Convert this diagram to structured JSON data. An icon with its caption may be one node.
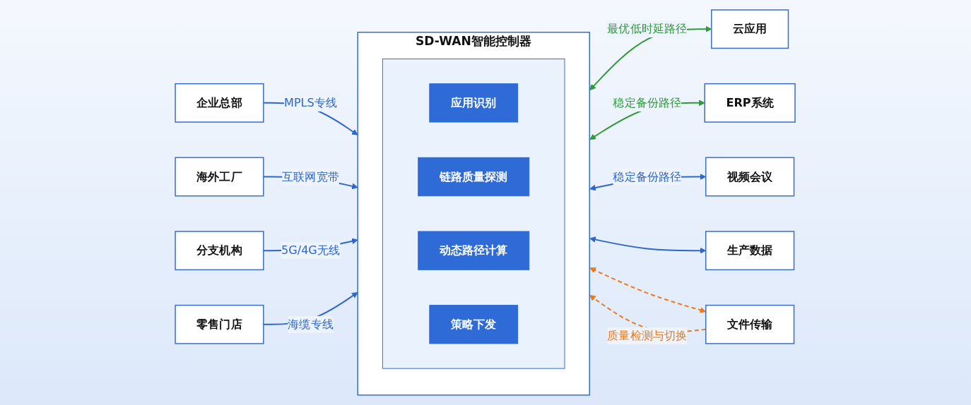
{
  "diagram": {
    "nodes": [
      {
        "text": [
          "企业总部"
        ]
      },
      {
        "text": [
          "海外工厂"
        ]
      },
      {
        "text": [
          "分支机构"
        ]
      },
      {
        "text": [
          "零售门店"
        ]
      },
      {
        "text": [
          "SD-WAN智能控制器"
        ]
      },
      {
        "text": [],
        "shape": "box",
        "in": 4
      },
      {
        "text": [
          "应用识别"
        ],
        "in": 5
      },
      {
        "text": [
          "链路质量探测"
        ],
        "in": 5
      },
      {
        "text": [
          "动态路径计算"
        ],
        "in": 5
      },
      {
        "text": [
          "策略下发"
        ],
        "in": 5
      },
      {
        "text": [
          "云应用"
        ]
      },
      {
        "text": [
          "ERP系统"
        ]
      },
      {
        "text": [
          "视频会议"
        ]
      },
      {
        "text": [
          "生产数据"
        ]
      },
      {
        "text": [
          "文件传输"
        ]
      }
    ],
    "edges": [
      {
        "from": 0,
        "to": 4,
        "arrow": "to",
        "label": "MPLS专线"
      },
      {
        "from": 1,
        "to": 4,
        "arrow": "to",
        "label": "互联网宽带"
      },
      {
        "from": 2,
        "to": 4,
        "arrow": "to",
        "label": "5G/4G无线"
      },
      {
        "from": 3,
        "to": 4,
        "arrow": "to",
        "label": "海缆专线"
      },
      {
        "from": 4,
        "to": 10,
        "arrow": "both",
        "label": "最优低时延路径",
        "color": "#2e9a3a"
      },
      {
        "from": 4,
        "to": 11,
        "arrow": "both",
        "label": "稳定备份路径",
        "color": "#2e9a3a"
      },
      {
        "from": 4,
        "to": 12,
        "arrow": "both",
        "label": "稳定备份路径"
      },
      {
        "from": 4,
        "to": 13,
        "arrow": "both"
      },
      {
        "from": 14,
        "to": 4,
        "arrow": "to",
        "style": "dashed",
        "color": "#ec7a1c",
        "label": "质量检测与切换"
      },
      {
        "from": 4,
        "to": 14,
        "arrow": "both",
        "style": "dashed",
        "color": "#ec7a1c"
      }
    ]
  }
}
